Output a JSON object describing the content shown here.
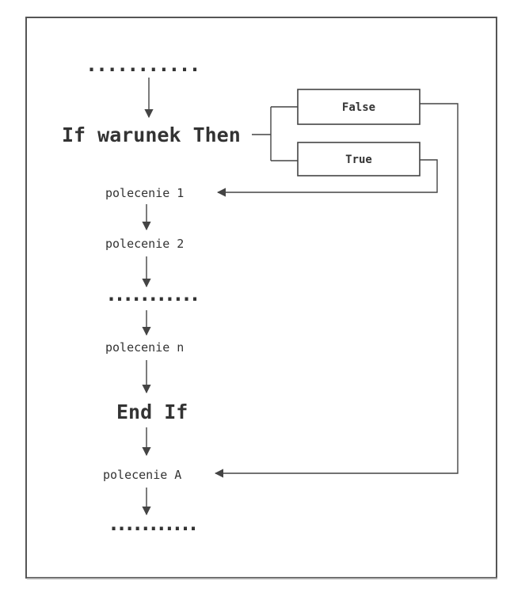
{
  "diagram": {
    "top_ellipsis": "...........",
    "if_statement": "If warunek Then",
    "false_label": "False",
    "true_label": "True",
    "statement_1": "polecenie 1",
    "statement_2": "polecenie 2",
    "middle_ellipsis": "...........",
    "statement_n": "polecenie n",
    "end_if": "End If",
    "statement_a": "polecenie A",
    "bottom_ellipsis": "..........."
  }
}
